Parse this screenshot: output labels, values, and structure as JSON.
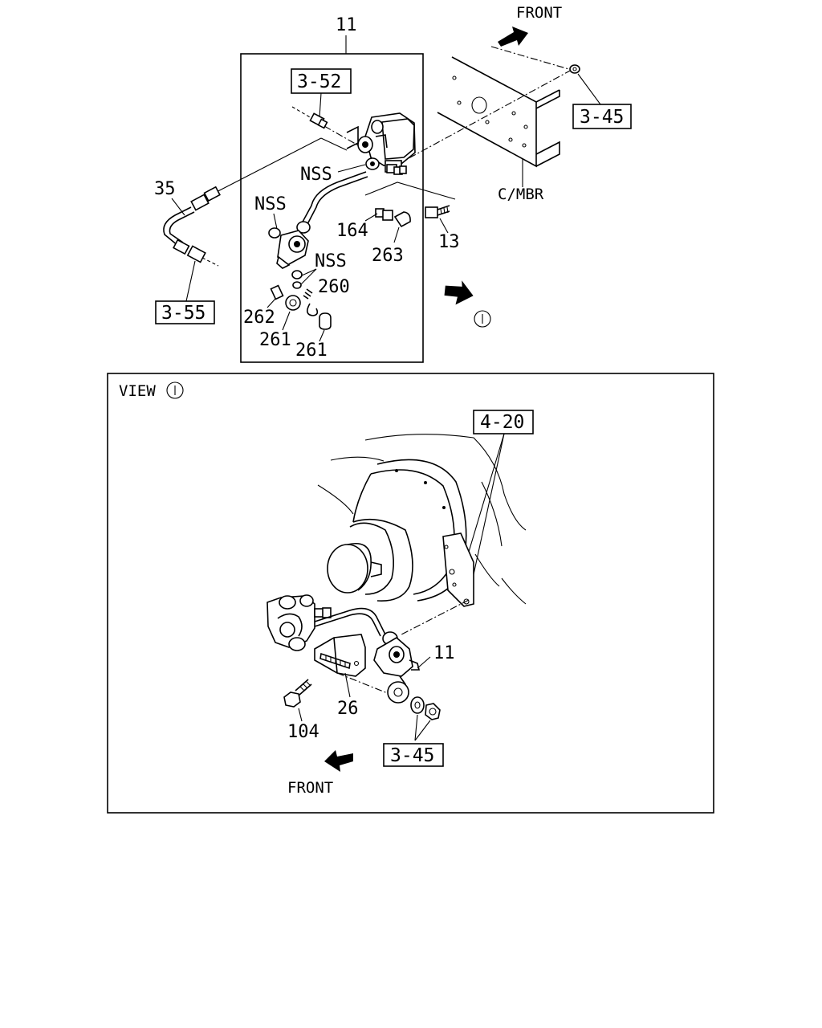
{
  "direction_labels": {
    "front_top": "FRONT",
    "front_bottom": "FRONT"
  },
  "frame_label": "C/MBR",
  "view_label": "VIEW",
  "view_marker": "I",
  "reference_boxes": {
    "ref_3_52": "3-52",
    "ref_3_45_top": "3-45",
    "ref_3_55": "3-55",
    "ref_4_20": "4-20",
    "ref_3_45_bottom": "3-45"
  },
  "part_numbers": {
    "p11_top": "11",
    "p35": "35",
    "nss_1": "NSS",
    "nss_2": "NSS",
    "nss_3": "NSS",
    "p164": "164",
    "p263": "263",
    "p13": "13",
    "p260": "260",
    "p262": "262",
    "p261_a": "261",
    "p261_b": "261",
    "p11_view": "11",
    "p26": "26",
    "p104": "104"
  }
}
